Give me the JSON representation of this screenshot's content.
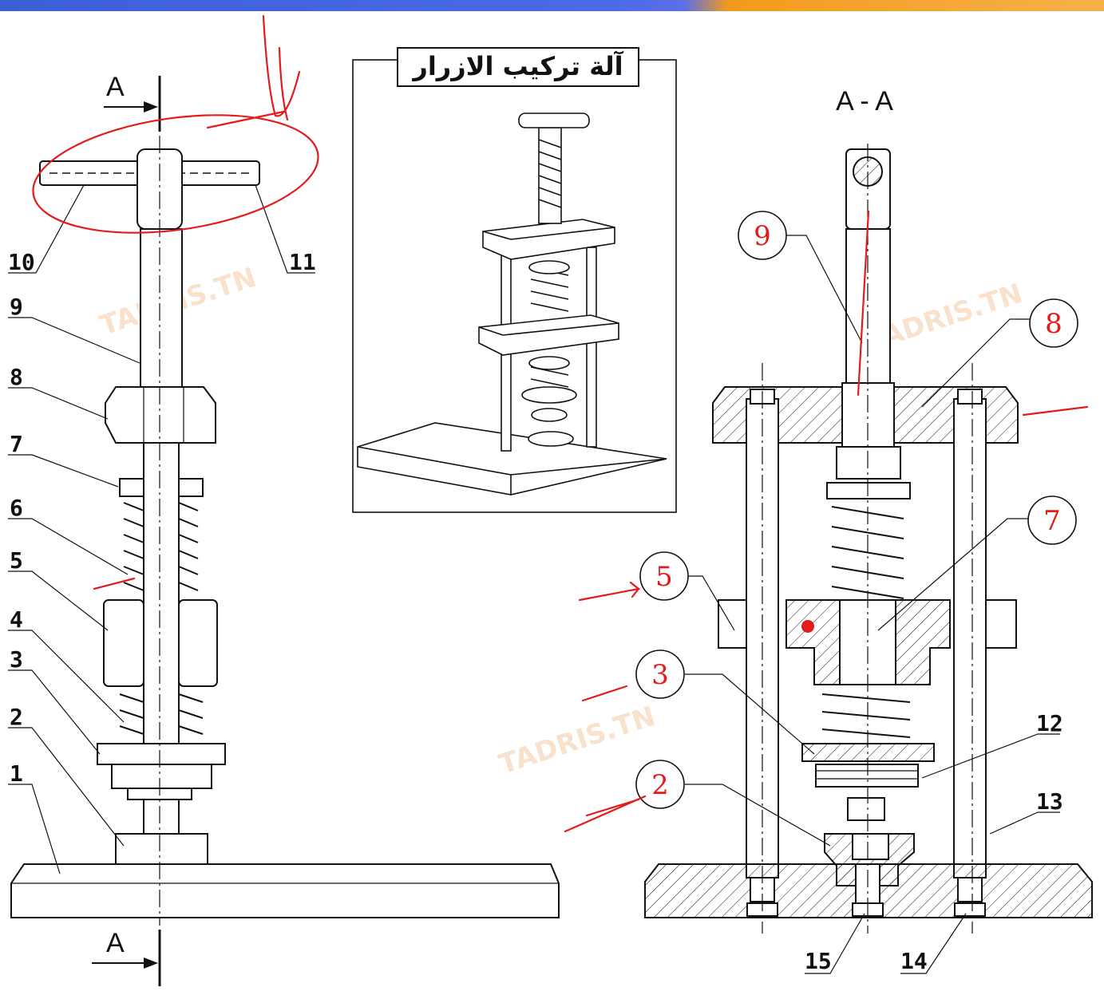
{
  "header_colors": {
    "left": "#3d5fd6",
    "right": "#f39a1d"
  },
  "inset_title": "آلة تركيب الازرار",
  "section_marker": "A",
  "section_title": "A - A",
  "left_labels": [
    "10",
    "11",
    "9",
    "8",
    "7",
    "6",
    "5",
    "4",
    "3",
    "2",
    "1"
  ],
  "right_labels": [
    "12",
    "13",
    "15",
    "14"
  ],
  "handwritten_numbers": [
    "9",
    "8",
    "7",
    "5",
    "3",
    "2"
  ],
  "watermark": "TADRIS.TN",
  "annotation_color": "#e31b1b"
}
